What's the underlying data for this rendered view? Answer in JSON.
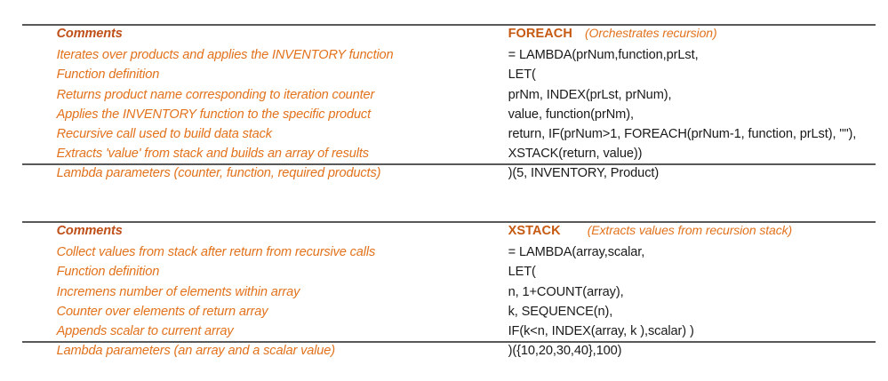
{
  "colors": {
    "header_dark_orange": "#C0501A",
    "body_orange": "#E2721C",
    "function_name_orange": "#C65911",
    "code_black": "#1A1A1A",
    "rule_gray": "#595959",
    "background": "#FFFFFF"
  },
  "tables": [
    {
      "id": "foreach-table",
      "header": {
        "comments_label": "Comments",
        "function_name": "FOREACH",
        "function_description": "(Orchestrates recursion)"
      },
      "rows": [
        {
          "comment": "Iterates over products and applies the INVENTORY function",
          "code": "= LAMBDA(prNum,function,prLst,",
          "indent": 0
        },
        {
          "comment": "Function definition",
          "code": "LET(",
          "indent": 1
        },
        {
          "comment": "Returns product name corresponding to iteration counter",
          "code": "prNm, INDEX(prLst, prNum),",
          "indent": 2
        },
        {
          "comment": "Applies the INVENTORY function to the specific product",
          "code": "value, function(prNm),",
          "indent": 2
        },
        {
          "comment": "Recursive call used to build data stack",
          "code": "return, IF(prNum>1, FOREACH(prNum-1, function, prLst), \"\"),",
          "indent": 2
        },
        {
          "comment": "Extracts 'value' from stack and builds an array of results",
          "code": "XSTACK(return, value))",
          "indent": 2
        },
        {
          "comment": "Lambda parameters (counter, function, required products)",
          "code": ")(5, INVENTORY, Product)",
          "indent": 0.5
        }
      ]
    },
    {
      "id": "xstack-table",
      "header": {
        "comments_label": "Comments",
        "function_name": "XSTACK",
        "function_description": "(Extracts values from recursion stack)"
      },
      "rows": [
        {
          "comment": "Collect values from stack after return from recursive calls",
          "code": "= LAMBDA(array,scalar,",
          "indent": 0
        },
        {
          "comment": "Function definition",
          "code": "LET(",
          "indent": 1
        },
        {
          "comment": "Incremens number of elements within array",
          "code": "n, 1+COUNT(array),",
          "indent": 2
        },
        {
          "comment": "Counter over elements of return array",
          "code": "k, SEQUENCE(n),",
          "indent": 2
        },
        {
          "comment": "Appends scalar to current array",
          "code": "IF(k<n, INDEX(array, k ),scalar) )",
          "indent": 2
        },
        {
          "comment": "Lambda parameters (an array and a scalar value)",
          "code": ")({10,20,30,40},100)",
          "indent": 0.5
        }
      ]
    }
  ]
}
